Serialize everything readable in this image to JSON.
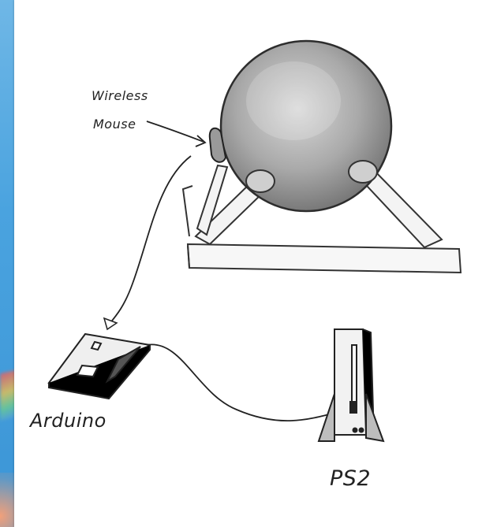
{
  "labels": {
    "wireless": "Wireless",
    "mouse": "Mouse",
    "arduino": "Arduino",
    "ps2": "PS2"
  },
  "colors": {
    "background_blue": "#4aa3df",
    "paper": "#ffffff",
    "ink": "#222222"
  }
}
